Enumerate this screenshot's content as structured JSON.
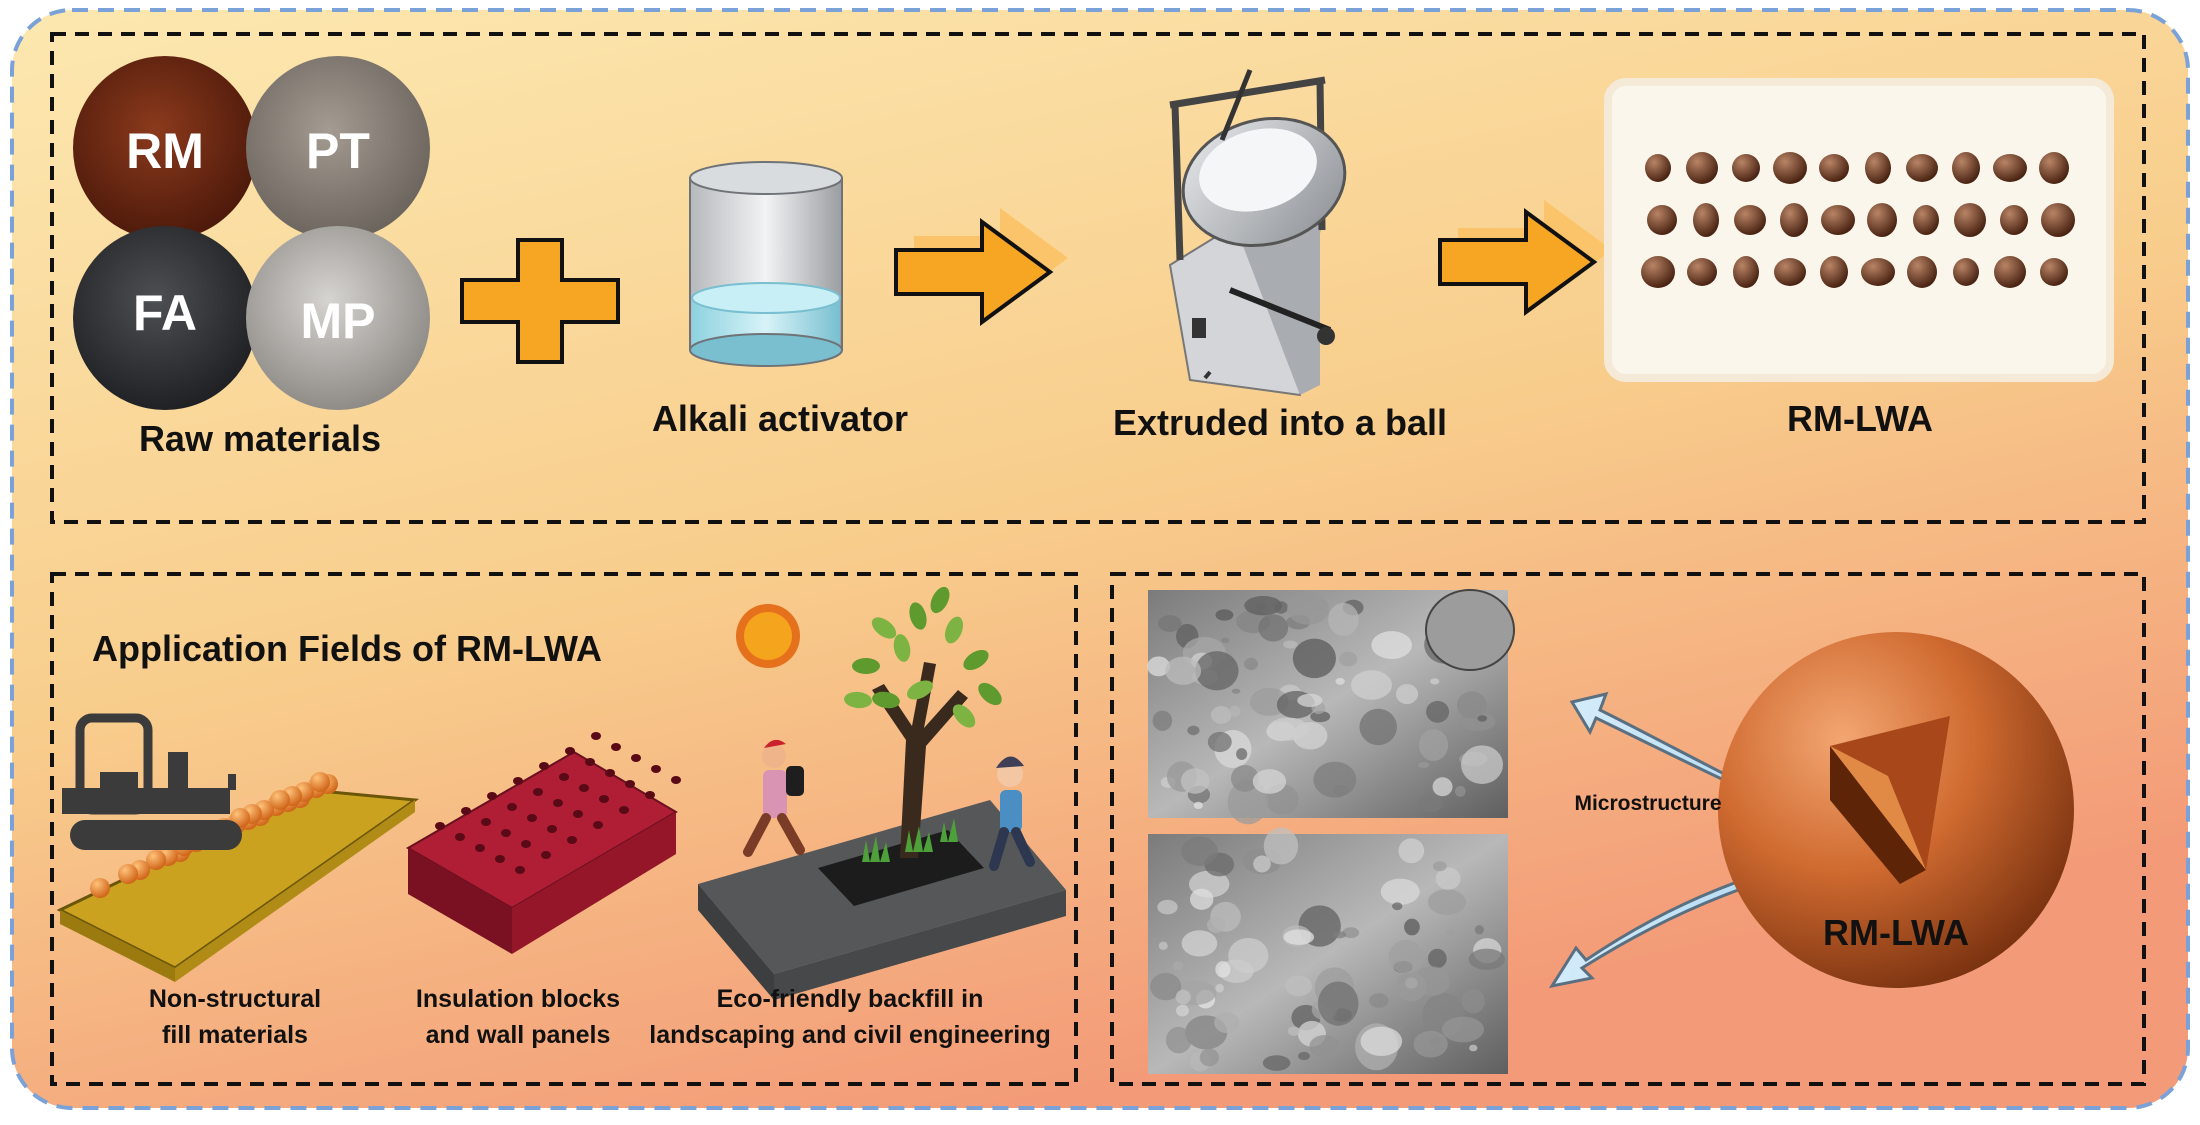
{
  "process": {
    "raw_materials": {
      "caption": "Raw materials",
      "items": [
        "RM",
        "PT",
        "FA",
        "MP"
      ]
    },
    "activator_label": "Alkali activator",
    "extrusion_label": "Extruded into a ball",
    "product_label": "RM-LWA"
  },
  "applications": {
    "title": "Application Fields of RM-LWA",
    "items": [
      {
        "line1": "Non-structural",
        "line2": "fill materials"
      },
      {
        "line1": "Insulation blocks",
        "line2": "and wall panels"
      },
      {
        "line1": "Eco-friendly backfill in",
        "line2": "landscaping and civil engineering"
      }
    ]
  },
  "microstructure": {
    "label": "Microstructure",
    "sphere_label": "RM-LWA"
  },
  "colors": {
    "arrow": "#f6a623",
    "background_top": "#fbe3a0",
    "background_bottom": "#f4a07a",
    "border": "#7aa2d8",
    "sphere": "#c8642a"
  }
}
